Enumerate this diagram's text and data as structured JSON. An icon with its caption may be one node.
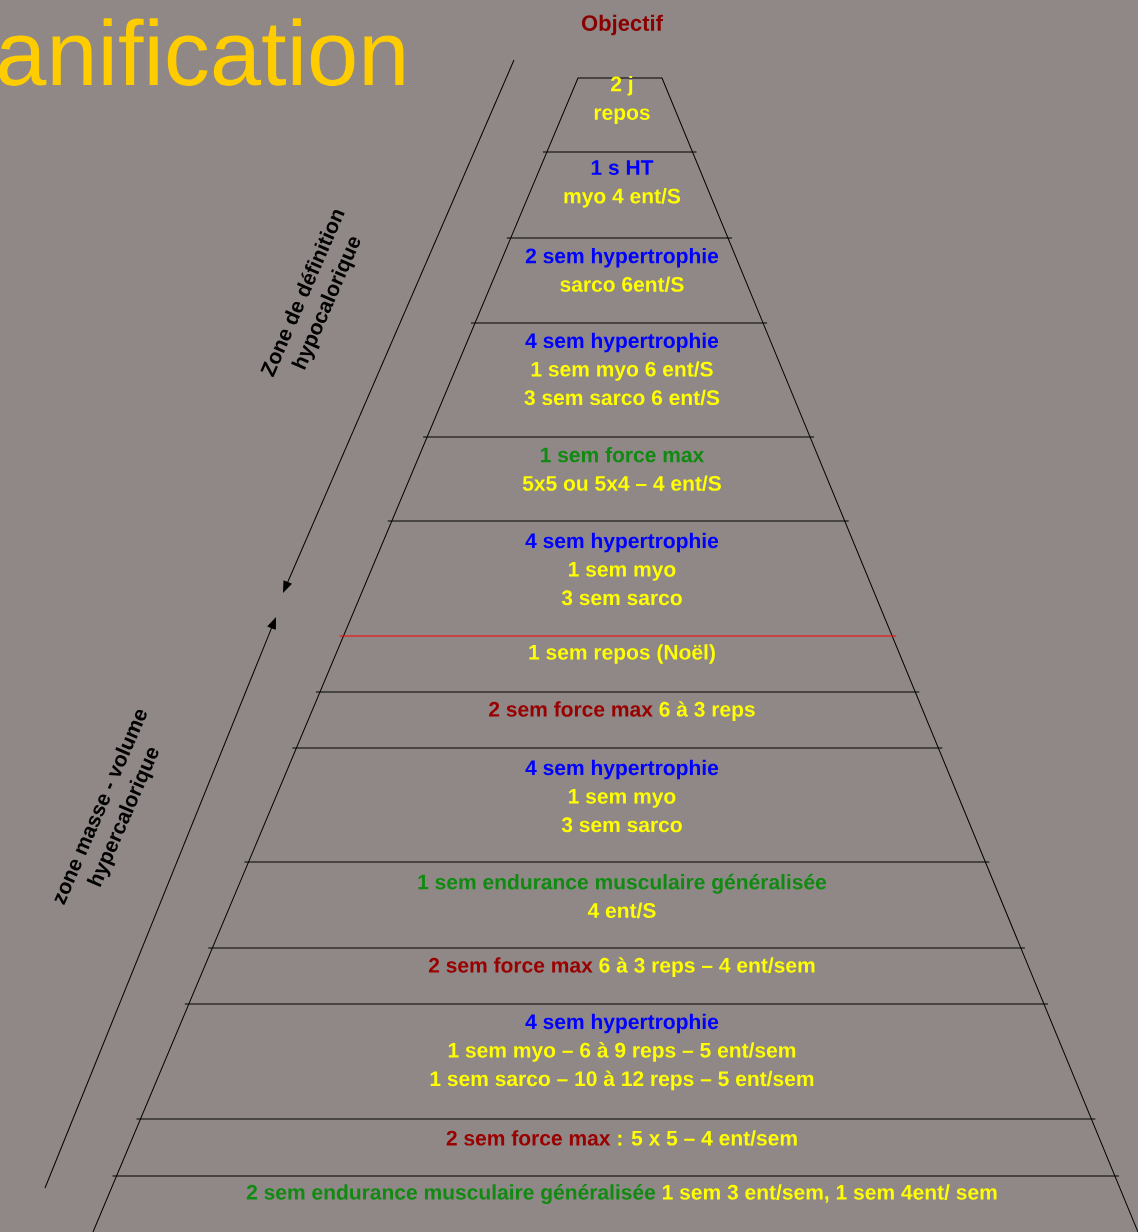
{
  "diagram": {
    "title": "anification",
    "nodes": [
      {
        "text": [
          "2 j repos"
        ]
      },
      {
        "text": [
          "1 s HT",
          "myo 4 ent/S"
        ]
      },
      {
        "text": [
          "2 sem hypertrophie",
          "sarco 6ent/S"
        ]
      },
      {
        "text": [
          "4 sem hypertrophie",
          "1 sem myo 6 ent/S",
          "3 sem sarco 6 ent/S"
        ]
      },
      {
        "text": [
          "1 sem force max",
          "5x5 ou 5x4 – 4 ent/S"
        ]
      },
      {
        "text": [
          "4 sem hypertrophie",
          "1 sem myo",
          "3 sem sarco"
        ]
      },
      {
        "text": [
          "1 sem repos (Noël)"
        ]
      },
      {
        "text": [
          "2 sem force max",
          "6 à 3 reps"
        ]
      },
      {
        "text": [
          "4 sem hypertrophie",
          "1 sem myo",
          "3 sem sarco"
        ]
      },
      {
        "text": [
          "1 sem endurance musculaire généralisée",
          "4 ent/S"
        ]
      },
      {
        "text": [
          "2 sem force max",
          "6 à 3 reps – 4 ent/sem"
        ]
      },
      {
        "text": [
          "4 sem hypertrophie",
          "1 sem myo – 6 à 9 reps – 5 ent/sem",
          "1 sem sarco – 10 à 12 reps – 5 ent/sem"
        ]
      },
      {
        "text": [
          "2 sem force max",
          ": 5 x 5 – 4 ent/sem"
        ]
      },
      {
        "text": [
          "2 sem endurance musculaire généralisée",
          "1 sem 3 ent/sem, 1 sem 4ent/ sem"
        ]
      }
    ],
    "labels": [
      "Objectif",
      "Zone de définition hypocalorique",
      "zone masse - volume hypercalorique"
    ]
  }
}
